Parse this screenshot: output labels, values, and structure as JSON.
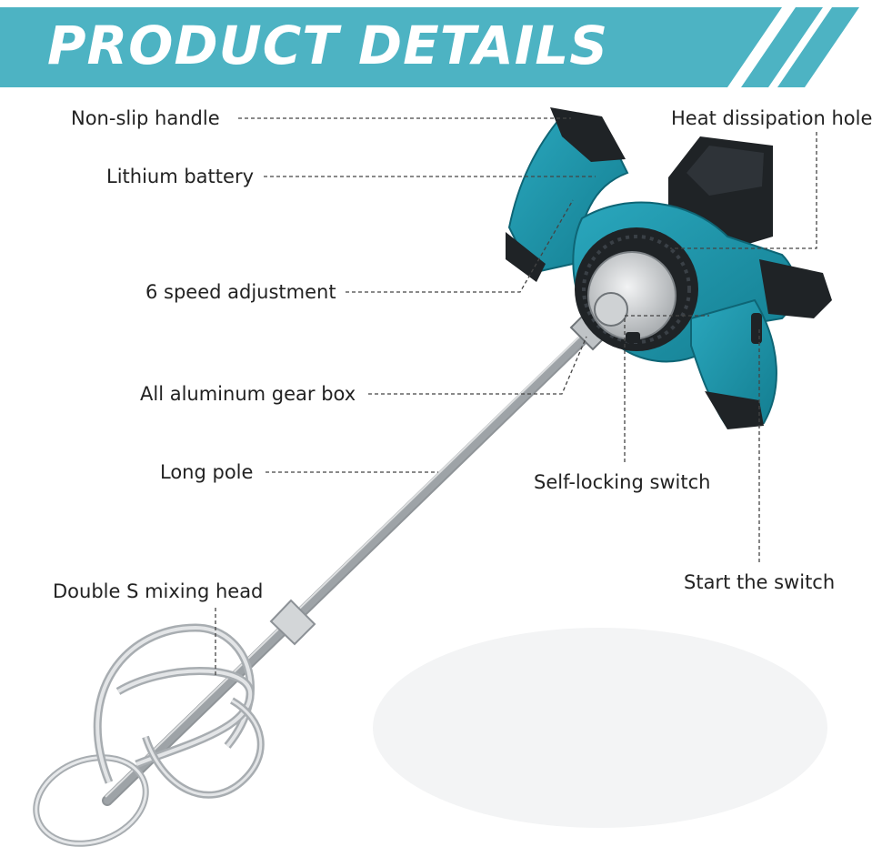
{
  "banner": {
    "title": "PRODUCT  DETAILS",
    "color": "#4db3c3"
  },
  "callouts": {
    "non_slip_handle": "Non-slip handle",
    "lithium_battery": "Lithium battery",
    "speed_adjustment": "6 speed adjustment",
    "gear_box": "All aluminum gear box",
    "long_pole": "Long pole",
    "mixing_head": "Double S mixing head",
    "heat_dissipation_hole": "Heat dissipation hole",
    "self_locking_switch": "Self-locking switch",
    "start_switch": "Start the switch"
  },
  "colors": {
    "tool_body": "#1f93a8",
    "tool_black": "#1f2326",
    "metal": "#bfc3c6"
  }
}
